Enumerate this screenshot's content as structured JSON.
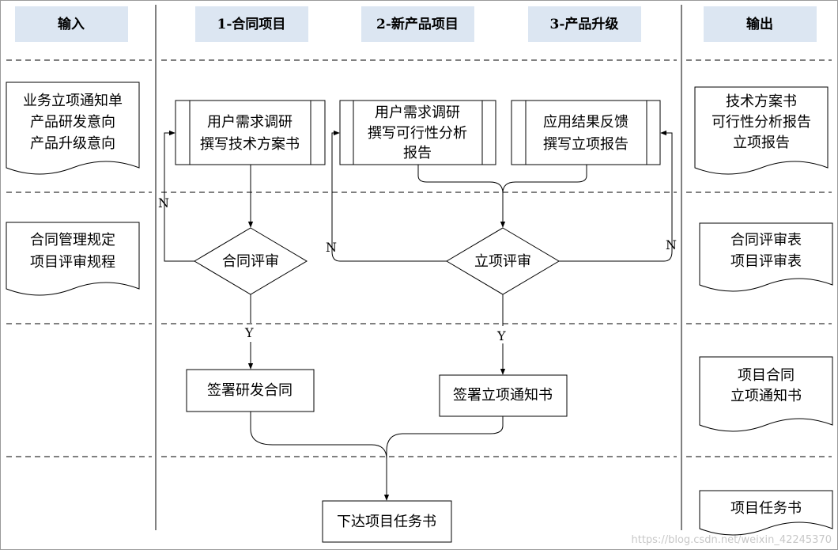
{
  "headers": {
    "input": "输入",
    "contract": "1-合同项目",
    "new_product": "2-新产品项目",
    "upgrade": "3-产品升级",
    "output": "输出"
  },
  "inputs": {
    "doc1": [
      "业务立项通知单",
      "产品研发意向",
      "产品升级意向"
    ],
    "doc2": [
      "合同管理规定",
      "项目评审规程"
    ]
  },
  "process": {
    "contract_task": [
      "用户需求调研",
      "撰写技术方案书"
    ],
    "new_product_task": [
      "用户需求调研",
      "撰写可行性分析",
      "报告"
    ],
    "upgrade_task": [
      "应用结果反馈",
      "撰写立项报告"
    ],
    "contract_review": "合同评审",
    "project_review": "立项评审",
    "sign_contract": "签署研发合同",
    "sign_notice": "签署立项通知书",
    "issue_task": "下达项目任务书",
    "labels": {
      "n1": "N",
      "n2": "N",
      "n3": "N",
      "y1": "Y",
      "y2": "Y"
    }
  },
  "outputs": {
    "doc1": [
      "技术方案书",
      "可行性分析报告",
      "立项报告"
    ],
    "doc2": [
      "合同评审表",
      "项目评审表"
    ],
    "doc3": [
      "项目合同",
      "立项通知书"
    ],
    "doc4": [
      "项目任务书"
    ]
  },
  "watermark": "https://blog.csdn.net/weixin_42245370"
}
